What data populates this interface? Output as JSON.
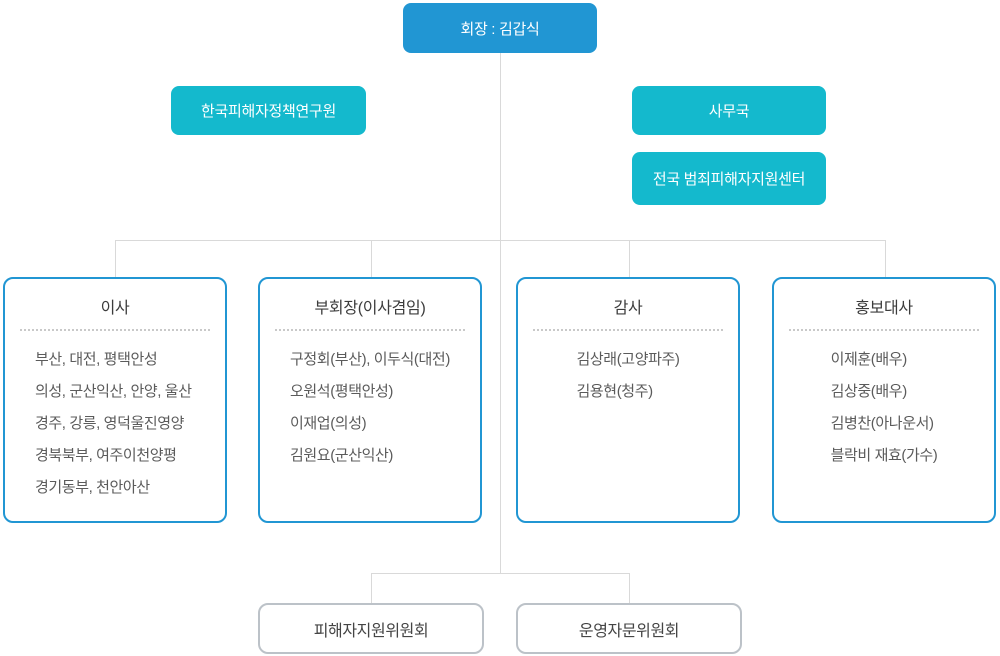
{
  "colors": {
    "accent_blue": "#2196d3",
    "accent_cyan": "#14b9cd",
    "outlined_box_border": "#2196d3",
    "committee_border": "#bcc2c8",
    "connector_line": "#d9d9d9",
    "title_text": "#3c3c3c",
    "list_text": "#5b5b5b"
  },
  "chairman": {
    "label": "회장 : 김갑식"
  },
  "side_units": {
    "research_institute": {
      "label": "한국피해자정책연구원"
    },
    "secretariat": {
      "label": "사무국"
    },
    "national_center": {
      "label": "전국 범죄피해자지원센터"
    }
  },
  "boxes": [
    {
      "title": "이사",
      "items": [
        "부산, 대전, 평택안성",
        "의성, 군산익산, 안양, 울산",
        "경주, 강릉, 영덕울진영양",
        "경북북부, 여주이천양평",
        "경기동부, 천안아산"
      ]
    },
    {
      "title": "부회장(이사겸임)",
      "items": [
        "구정회(부산), 이두식(대전)",
        "오원석(평택안성)",
        "이재업(의성)",
        "김원요(군산익산)"
      ]
    },
    {
      "title": "감사",
      "items": [
        "김상래(고양파주)",
        "김용현(청주)"
      ]
    },
    {
      "title": "홍보대사",
      "items": [
        "이제훈(배우)",
        "김상중(배우)",
        "김병찬(아나운서)",
        "블락비 재효(가수)"
      ]
    }
  ],
  "committees": [
    {
      "label": "피해자지원위원회"
    },
    {
      "label": "운영자문위원회"
    }
  ]
}
